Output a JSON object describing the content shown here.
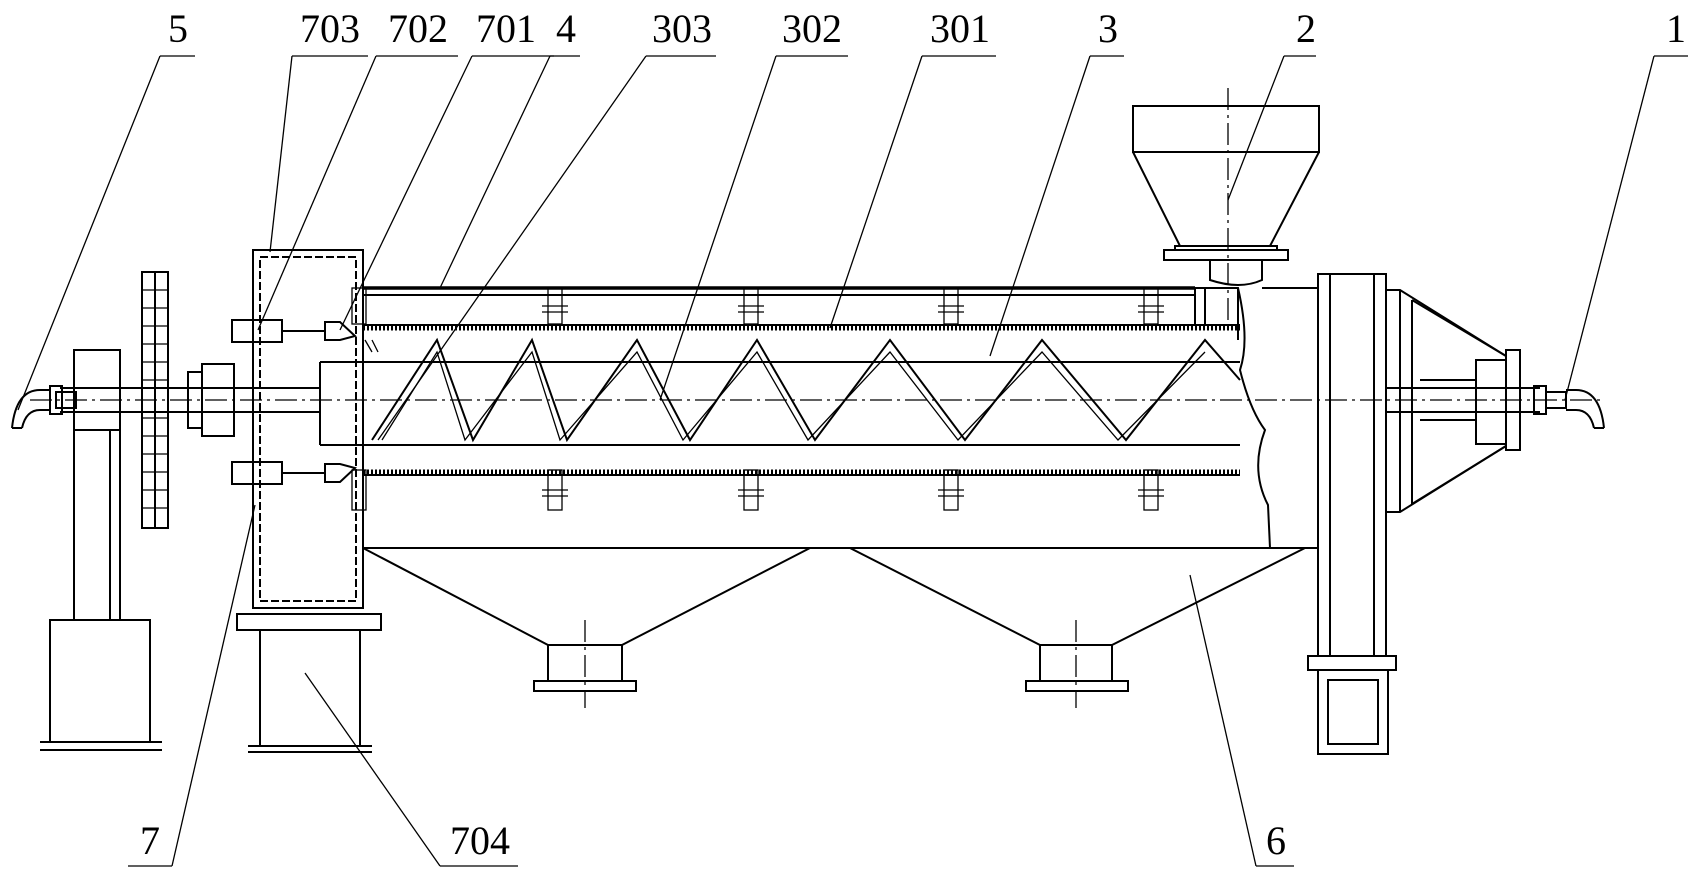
{
  "figure": {
    "labels": {
      "l1": "1",
      "l2": "2",
      "l3": "3",
      "l4": "4",
      "l5": "5",
      "l6": "6",
      "l7": "7",
      "l301": "301",
      "l302": "302",
      "l303": "303",
      "l701": "701",
      "l702": "702",
      "l703": "703",
      "l704": "704"
    }
  }
}
